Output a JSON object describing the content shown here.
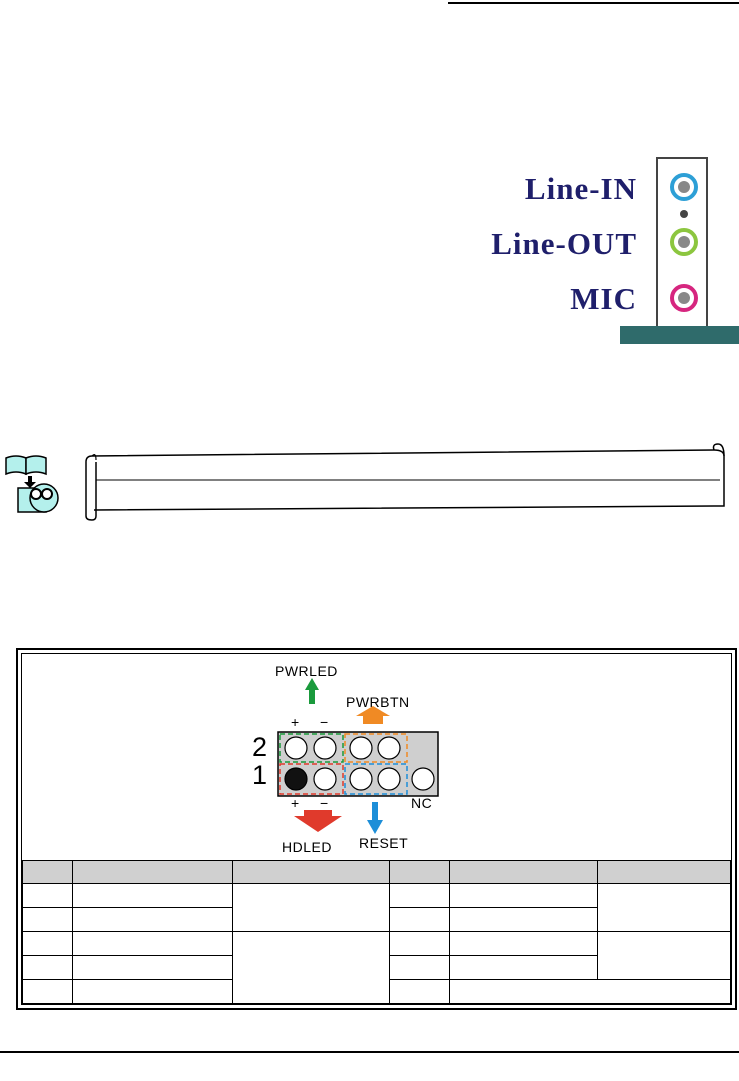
{
  "audio_jacks": [
    {
      "label": "Line-IN",
      "ring_color": "#2d9fd6"
    },
    {
      "label": "Line-OUT",
      "ring_color": "#8cc63f"
    },
    {
      "label": "MIC",
      "ring_color": "#d6267f"
    }
  ],
  "colors": {
    "label_navy": "#1f1f6b",
    "base_teal": "#2f6b6b",
    "pwrled_green": "#1a9a3c",
    "pwrbtn_orange": "#f08a24",
    "hdled_red": "#e03a2c",
    "reset_blue": "#1d8ed8",
    "table_header_gray": "#d0d0d0"
  },
  "header_diagram": {
    "pwrled": "PWRLED",
    "pwrbtn": "PWRBTN",
    "hdled": "HDLED",
    "reset": "RESET",
    "nc": "NC",
    "row2": "2",
    "row1": "1",
    "plus_top": "+",
    "minus_top": "−",
    "plus_bottom": "+",
    "minus_bottom": "−"
  }
}
